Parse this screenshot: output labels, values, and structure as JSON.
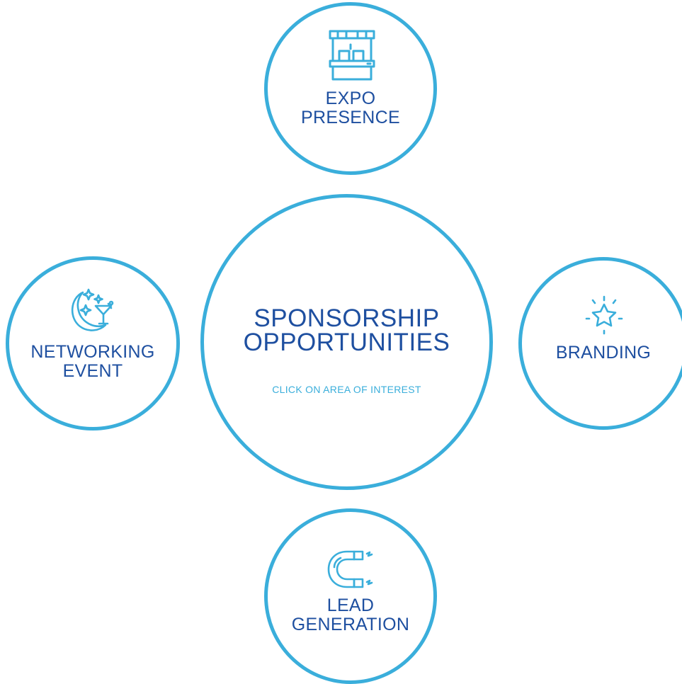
{
  "center": {
    "title_line1": "SPONSORSHIP",
    "title_line2": "OPPORTUNITIES",
    "subtitle": "CLICK ON AREA OF INTEREST"
  },
  "nodes": {
    "expo": {
      "line1": "EXPO",
      "line2": "PRESENCE",
      "icon": "expo-booth-icon"
    },
    "networking": {
      "line1": "NETWORKING",
      "line2": "EVENT",
      "icon": "moon-cocktail-icon"
    },
    "branding": {
      "line1": "BRANDING",
      "icon": "star-icon"
    },
    "lead": {
      "line1": "LEAD",
      "line2": "GENERATION",
      "icon": "magnet-icon"
    }
  },
  "colors": {
    "ring": "#3aaedb",
    "label": "#1e4fa0",
    "subtitle": "#3aaedb",
    "background": "#ffffff"
  }
}
